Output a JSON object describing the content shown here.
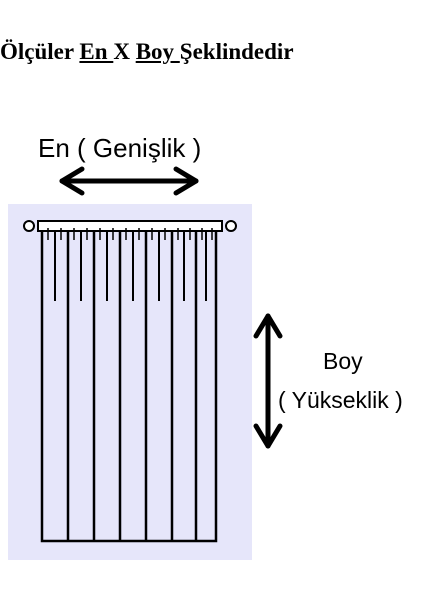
{
  "title": {
    "part1": "Ölçüler ",
    "en": "En ",
    "x": "X ",
    "boy": "Boy ",
    "part2": "Şeklindedir"
  },
  "labels": {
    "width": "En ( Genişlik )",
    "height_line1": "Boy",
    "height_line2": "( Yükseklik )"
  },
  "colors": {
    "background_panel": "#E6E6FA",
    "stroke": "#000000",
    "page": "#FFFFFF"
  },
  "icons": {
    "width_arrow": "double-headed-horizontal-arrow-icon",
    "height_arrow": "double-headed-vertical-arrow-icon",
    "curtain": "curtain-icon"
  }
}
